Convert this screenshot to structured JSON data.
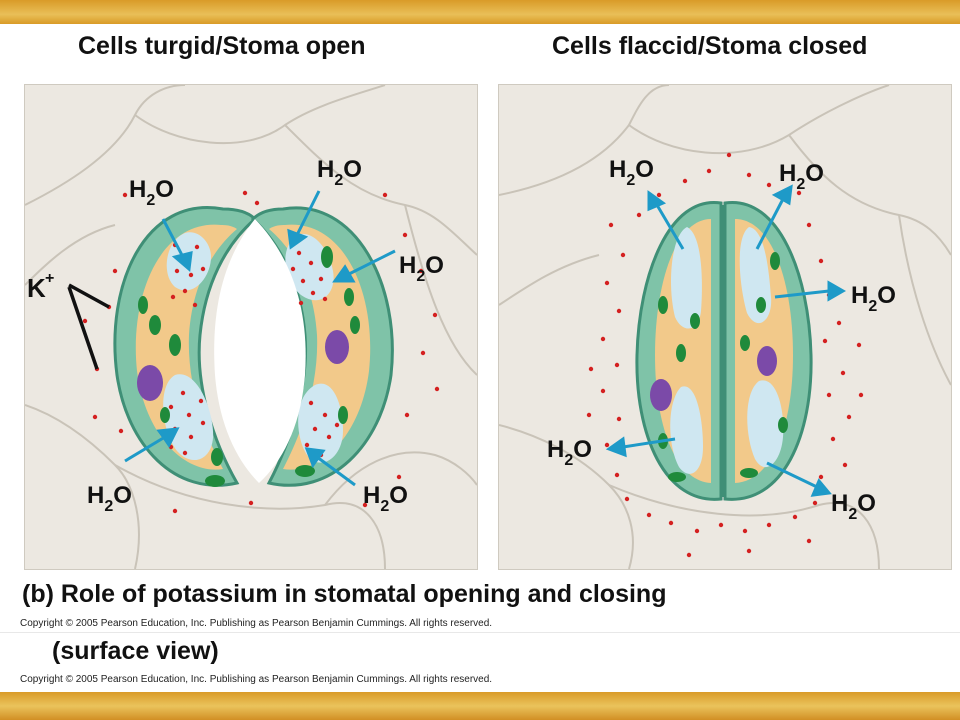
{
  "left_panel": {
    "title": "Cells turgid/Stoma open",
    "labels": {
      "k_ion": "K",
      "k_charge": "+",
      "water": "H",
      "water_sub": "2",
      "water_o": "O"
    }
  },
  "right_panel": {
    "title": "Cells flaccid/Stoma closed"
  },
  "caption": "(b) Role of potassium in stomatal opening and closing",
  "subcaption": "(surface view)",
  "copyright": "Copyright © 2005 Pearson Education, Inc. Publishing as Pearson Benjamin Cummings. All rights reserved.",
  "colors": {
    "guard_cell_wall": "#7fc3a8",
    "cytoplasm": "#f2c98a",
    "vacuole": "#cfe7f1",
    "chloroplast": "#1f8a3b",
    "nucleus": "#7b4aa8",
    "potassium": "#d42020",
    "arrow": "#1e9ac8",
    "epidermis": "#ece8e1"
  }
}
